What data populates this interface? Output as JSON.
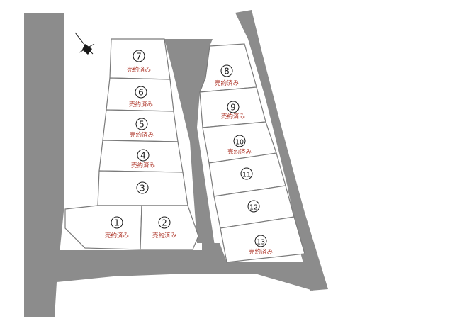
{
  "sold_label": "売約済み",
  "lots": [
    {
      "id": "1",
      "label": "①",
      "status": "売約済み"
    },
    {
      "id": "2",
      "label": "②",
      "status": "売約済み"
    },
    {
      "id": "3",
      "label": "③",
      "status": ""
    },
    {
      "id": "4",
      "label": "④",
      "status": "売約済み"
    },
    {
      "id": "5",
      "label": "⑤",
      "status": "売約済み"
    },
    {
      "id": "6",
      "label": "⑥",
      "status": "売約済み"
    },
    {
      "id": "7",
      "label": "⑦",
      "status": "売約済み"
    },
    {
      "id": "8",
      "label": "⑧",
      "status": "売約済み"
    },
    {
      "id": "9",
      "label": "⑨",
      "status": "売約済み"
    },
    {
      "id": "10",
      "label": "⑩",
      "status": "売約済み"
    },
    {
      "id": "11",
      "label": "⑪",
      "status": ""
    },
    {
      "id": "12",
      "label": "⑫",
      "status": ""
    },
    {
      "id": "13",
      "label": "⑬",
      "status": "売約済み"
    }
  ],
  "colors": {
    "road": "#8c8c8c",
    "lot_fill": "#ffffff",
    "lot_border": "#7a7a7a",
    "sold_text": "#b03a2e"
  },
  "icons": {
    "compass": "north-arrow-icon"
  }
}
